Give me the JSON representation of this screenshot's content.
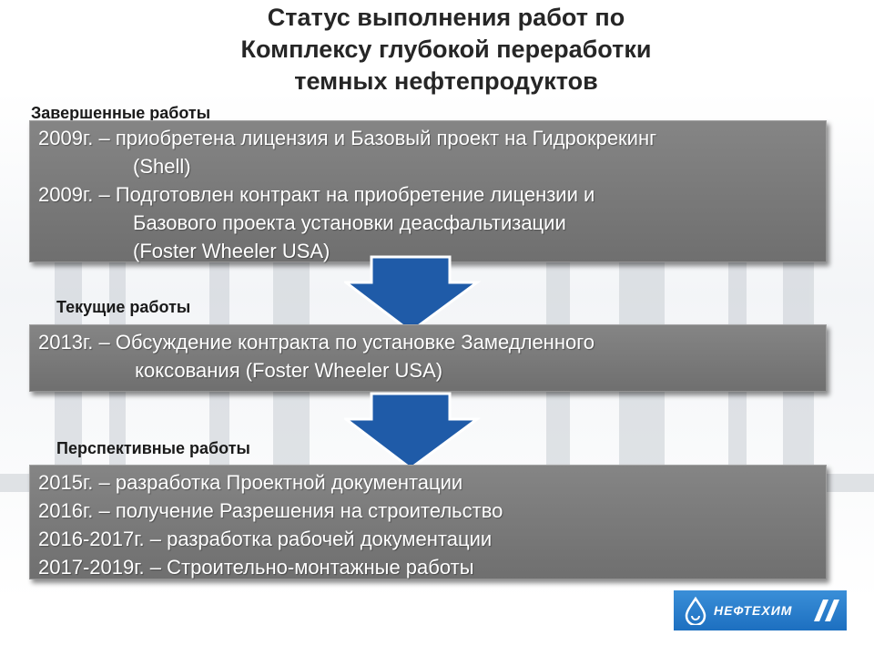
{
  "title": {
    "line1": "Статус выполнения работ по",
    "line2": "Комплексу глубокой переработки",
    "line3": "темных нефтепродуктов"
  },
  "completed": {
    "label": "Завершенные работы",
    "items": [
      {
        "year": "2009г. – ",
        "line1": "приобретена лицензия и Базовый проект на Гидрокрекинг",
        "line2": "(Shell)"
      },
      {
        "year": "2009г. – ",
        "line1": "Подготовлен контракт на приобретение лицензии и",
        "line2": "Базового проекта установки деасфальтизации",
        "line3": "(Foster Wheeler USA)"
      }
    ]
  },
  "current": {
    "label": "Текущие работы",
    "items": [
      {
        "year": "2013г. – ",
        "line1": "Обсуждение контракта по установке Замедленного",
        "line2": " коксования (Foster Wheeler USA)"
      }
    ]
  },
  "future": {
    "label": "Перспективные работы",
    "items": [
      "2015г. – разработка Проектной документации",
      "2016г. – получение Разрешения на строительство",
      "2016-2017г. – разработка рабочей документации",
      "2017-2019г. – Строительно-монтажные работы"
    ]
  },
  "logo": {
    "text": "НЕФТЕХИМ"
  },
  "colors": {
    "box": "#7a7a7a",
    "arrow": "#1f5ba8",
    "logo": "#2a80d0"
  }
}
